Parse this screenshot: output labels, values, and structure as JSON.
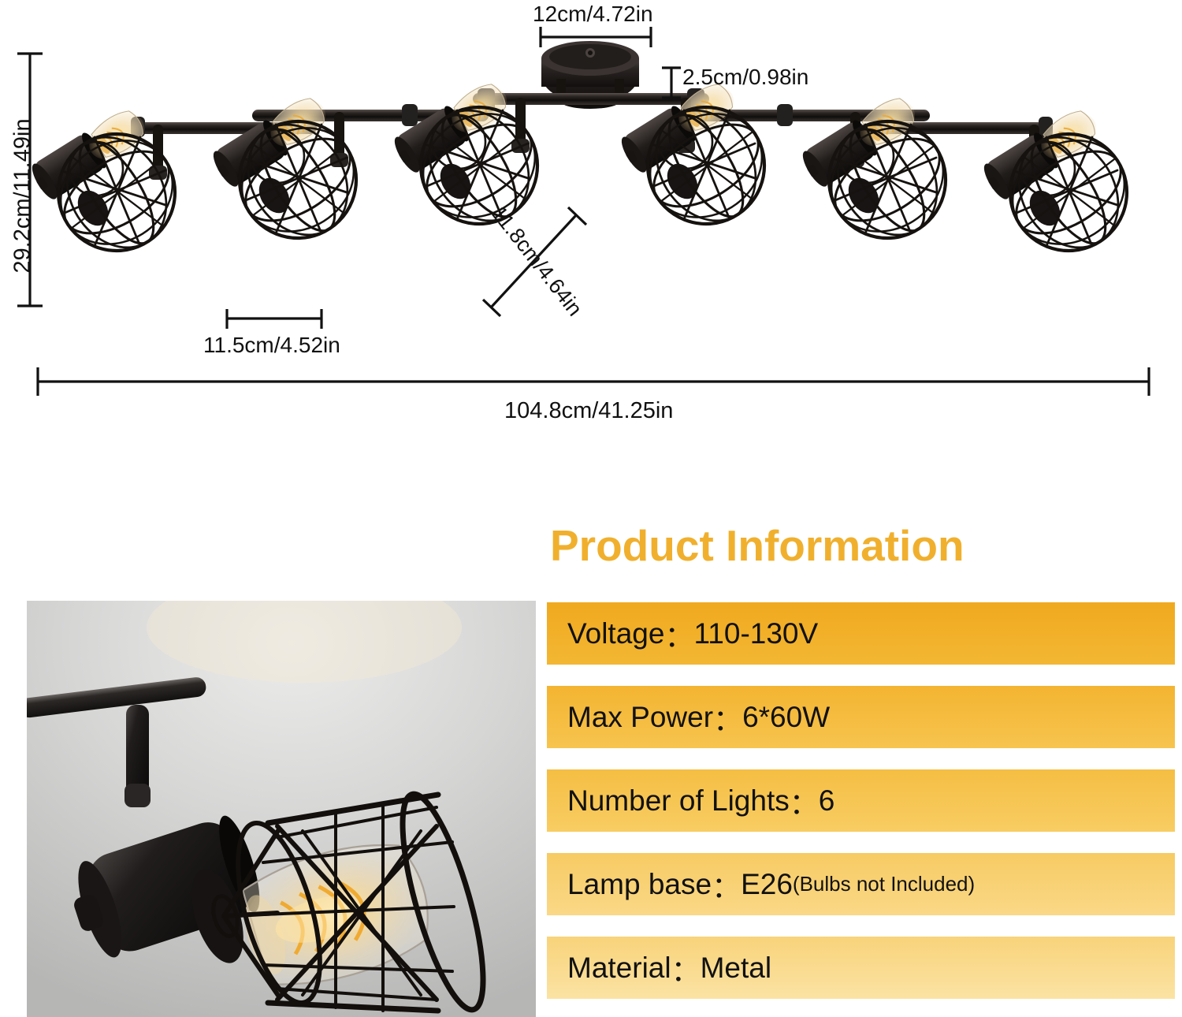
{
  "diagram": {
    "dimensions": {
      "height": "29.2cm/11.49in",
      "canopy_width": "12cm/4.72in",
      "canopy_height": "2.5cm/0.98in",
      "shade_width": "11.5cm/4.52in",
      "shade_depth": "11.8cm/4.64in",
      "total_width": "104.8cm/41.25in"
    },
    "product": {
      "type": "6-light track lighting fixture",
      "finish": "black",
      "shade_style": "open wire cage",
      "bulb_style": "edison filament"
    }
  },
  "product_information": {
    "title": "Product Information",
    "accent_color": "#F0B02E",
    "rows": [
      {
        "label": "Voltage",
        "separator": "：",
        "value": "110-130V",
        "note": "",
        "bg": "#F0A91F"
      },
      {
        "label": "Max Power",
        "separator": "：",
        "value": "6*60W",
        "note": "",
        "bg": "#F3B431"
      },
      {
        "label": "Number of Lights",
        "separator": "：",
        "value": "6",
        "note": "",
        "bg": "#F5BE43"
      },
      {
        "label": "Lamp base",
        "separator": "：",
        "value": "E26",
        "note": "(Bulbs not Included)",
        "bg": "#F7CB63"
      },
      {
        "label": "Material",
        "separator": "：",
        "value": "Metal",
        "note": "",
        "bg": "#F8D37A"
      }
    ]
  },
  "photo": {
    "caption": "close-up of single cage spotlight head with lit edison bulb",
    "background_color": "#c9c9c8"
  }
}
